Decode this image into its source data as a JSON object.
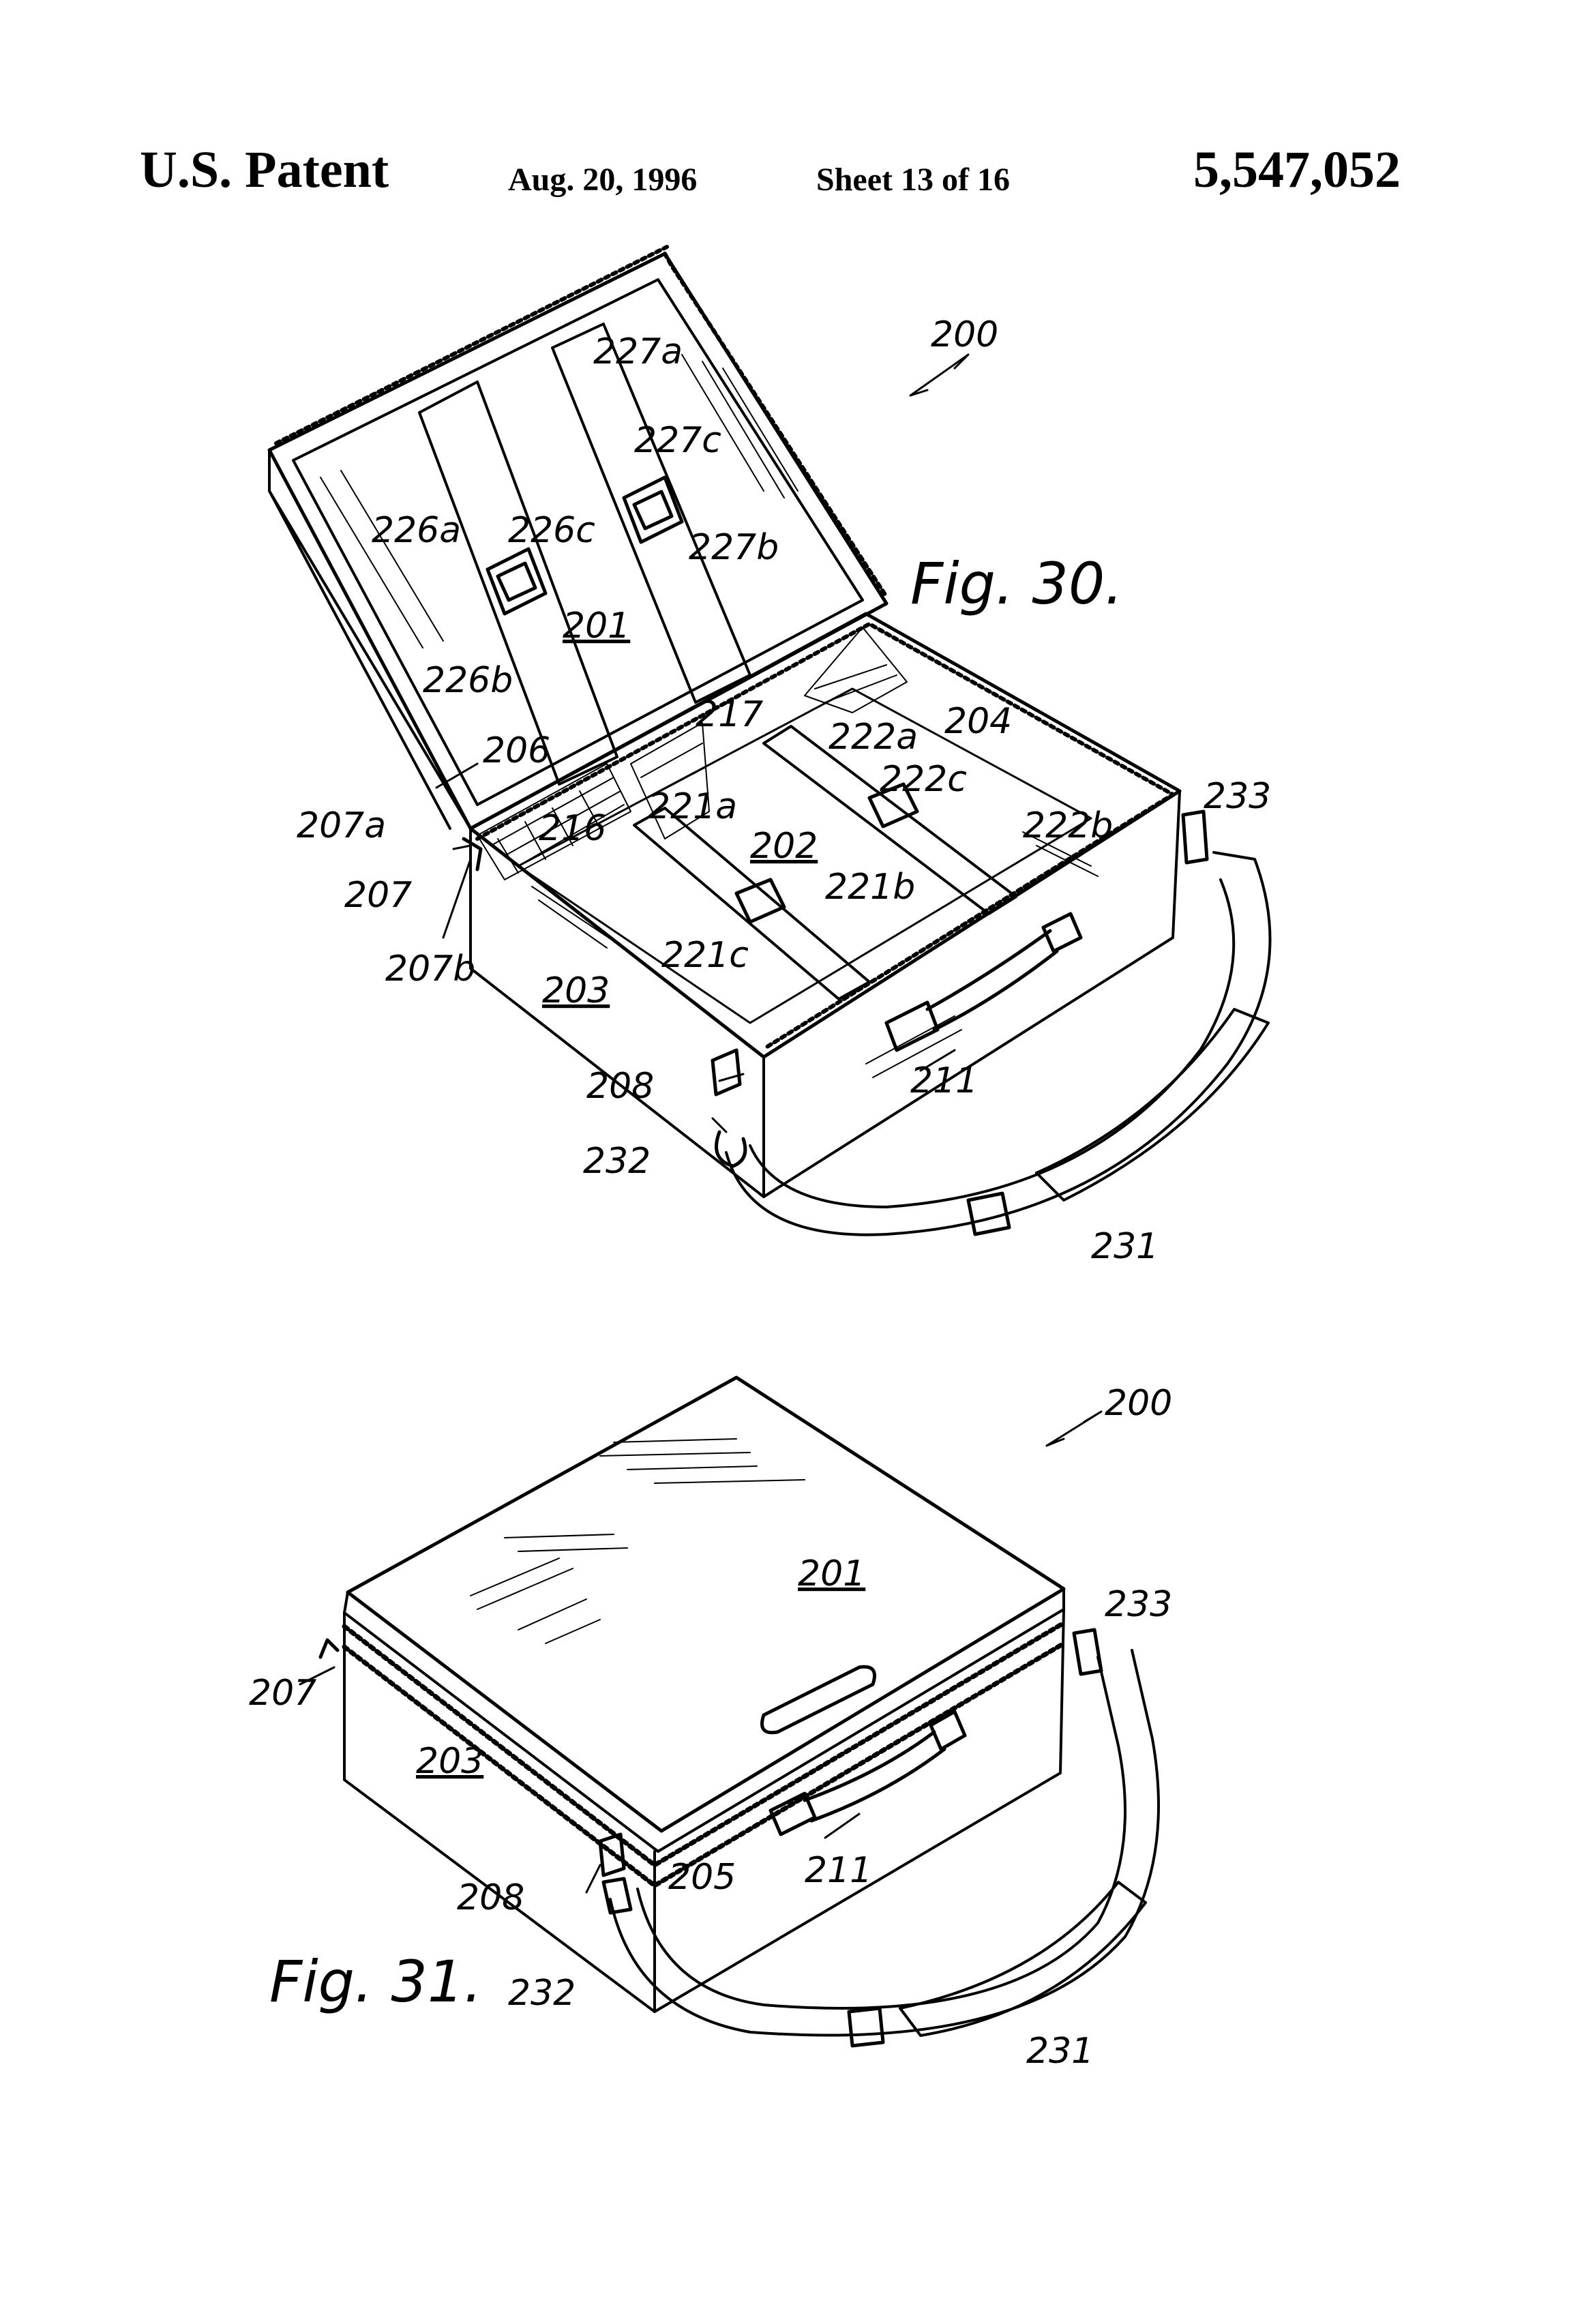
{
  "header": {
    "title": "U.S. Patent",
    "date": "Aug. 20, 1996",
    "sheet": "Sheet 13 of 16",
    "patent_number": "5,547,052"
  },
  "figure30": {
    "label": "Fig. 30.",
    "refs": {
      "r200": "200",
      "r227a": "227a",
      "r227c": "227c",
      "r226a": "226a",
      "r226c": "226c",
      "r227b": "227b",
      "r201": "201",
      "r226b": "226b",
      "r217": "217",
      "r222a": "222a",
      "r204": "204",
      "r206": "206",
      "r222c": "222c",
      "r233": "233",
      "r207a": "207a",
      "r216": "216",
      "r221a": "221a",
      "r202": "202",
      "r222b": "222b",
      "r207": "207",
      "r221b": "221b",
      "r207b": "207b",
      "r221c": "221c",
      "r203": "203",
      "r211": "211",
      "r208": "208",
      "r232": "232",
      "r231": "231"
    }
  },
  "figure31": {
    "label": "Fig. 31.",
    "refs": {
      "r200": "200",
      "r201": "201",
      "r233": "233",
      "r207": "207",
      "r203": "203",
      "r211": "211",
      "r208": "208",
      "r205": "205",
      "r232": "232",
      "r231": "231"
    }
  }
}
